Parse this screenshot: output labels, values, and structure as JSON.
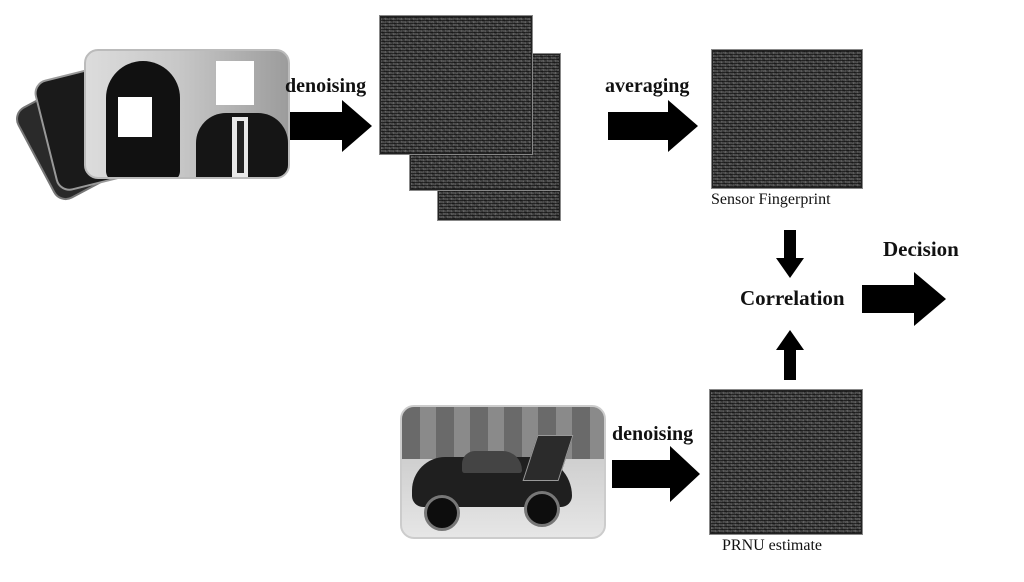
{
  "labels": {
    "denoising_top": "denoising",
    "averaging": "averaging",
    "sensor_fingerprint": "Sensor Fingerprint",
    "decision": "Decision",
    "correlation": "Correlation",
    "denoising_bottom": "denoising",
    "prnu_estimate": "PRNU estimate"
  },
  "colors": {
    "arrow": "#000000",
    "noise": "#4a4a4a",
    "background": "#ffffff"
  }
}
